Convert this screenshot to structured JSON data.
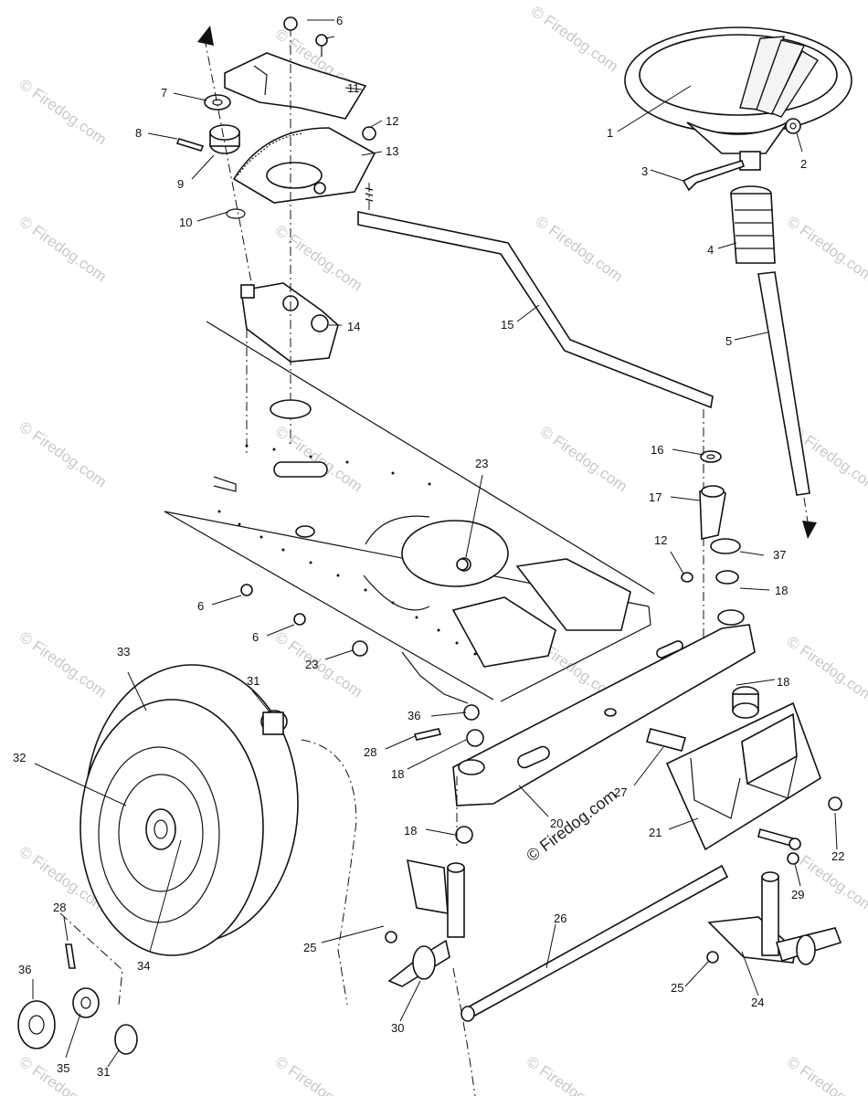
{
  "watermark": {
    "text": "© Firedog.com",
    "center_text": "© Firedog.com"
  },
  "callouts": [
    {
      "id": "c1",
      "text": "1"
    },
    {
      "id": "c2",
      "text": "2"
    },
    {
      "id": "c3",
      "text": "3"
    },
    {
      "id": "c4",
      "text": "4"
    },
    {
      "id": "c5",
      "text": "5"
    },
    {
      "id": "c6a",
      "text": "6"
    },
    {
      "id": "c6b",
      "text": "6"
    },
    {
      "id": "c6c",
      "text": "6"
    },
    {
      "id": "c7",
      "text": "7"
    },
    {
      "id": "c8",
      "text": "8"
    },
    {
      "id": "c9",
      "text": "9"
    },
    {
      "id": "c10",
      "text": "10"
    },
    {
      "id": "c11",
      "text": "11"
    },
    {
      "id": "c12a",
      "text": "12"
    },
    {
      "id": "c12b",
      "text": "12"
    },
    {
      "id": "c13",
      "text": "13"
    },
    {
      "id": "c14",
      "text": "14"
    },
    {
      "id": "c15",
      "text": "15"
    },
    {
      "id": "c16",
      "text": "16"
    },
    {
      "id": "c17",
      "text": "17"
    },
    {
      "id": "c18a",
      "text": "18"
    },
    {
      "id": "c18b",
      "text": "18"
    },
    {
      "id": "c18c",
      "text": "18"
    },
    {
      "id": "c18d",
      "text": "18"
    },
    {
      "id": "c20",
      "text": "20"
    },
    {
      "id": "c21",
      "text": "21"
    },
    {
      "id": "c22",
      "text": "22"
    },
    {
      "id": "c23a",
      "text": "23"
    },
    {
      "id": "c23b",
      "text": "23"
    },
    {
      "id": "c24",
      "text": "24"
    },
    {
      "id": "c25a",
      "text": "25"
    },
    {
      "id": "c25b",
      "text": "25"
    },
    {
      "id": "c26",
      "text": "26"
    },
    {
      "id": "c27",
      "text": "27"
    },
    {
      "id": "c28a",
      "text": "28"
    },
    {
      "id": "c28b",
      "text": "28"
    },
    {
      "id": "c29",
      "text": "29"
    },
    {
      "id": "c30",
      "text": "30"
    },
    {
      "id": "c31a",
      "text": "31"
    },
    {
      "id": "c31b",
      "text": "31"
    },
    {
      "id": "c32",
      "text": "32"
    },
    {
      "id": "c33",
      "text": "33"
    },
    {
      "id": "c34",
      "text": "34"
    },
    {
      "id": "c35",
      "text": "35"
    },
    {
      "id": "c36a",
      "text": "36"
    },
    {
      "id": "c36b",
      "text": "36"
    },
    {
      "id": "c37",
      "text": "37"
    }
  ]
}
